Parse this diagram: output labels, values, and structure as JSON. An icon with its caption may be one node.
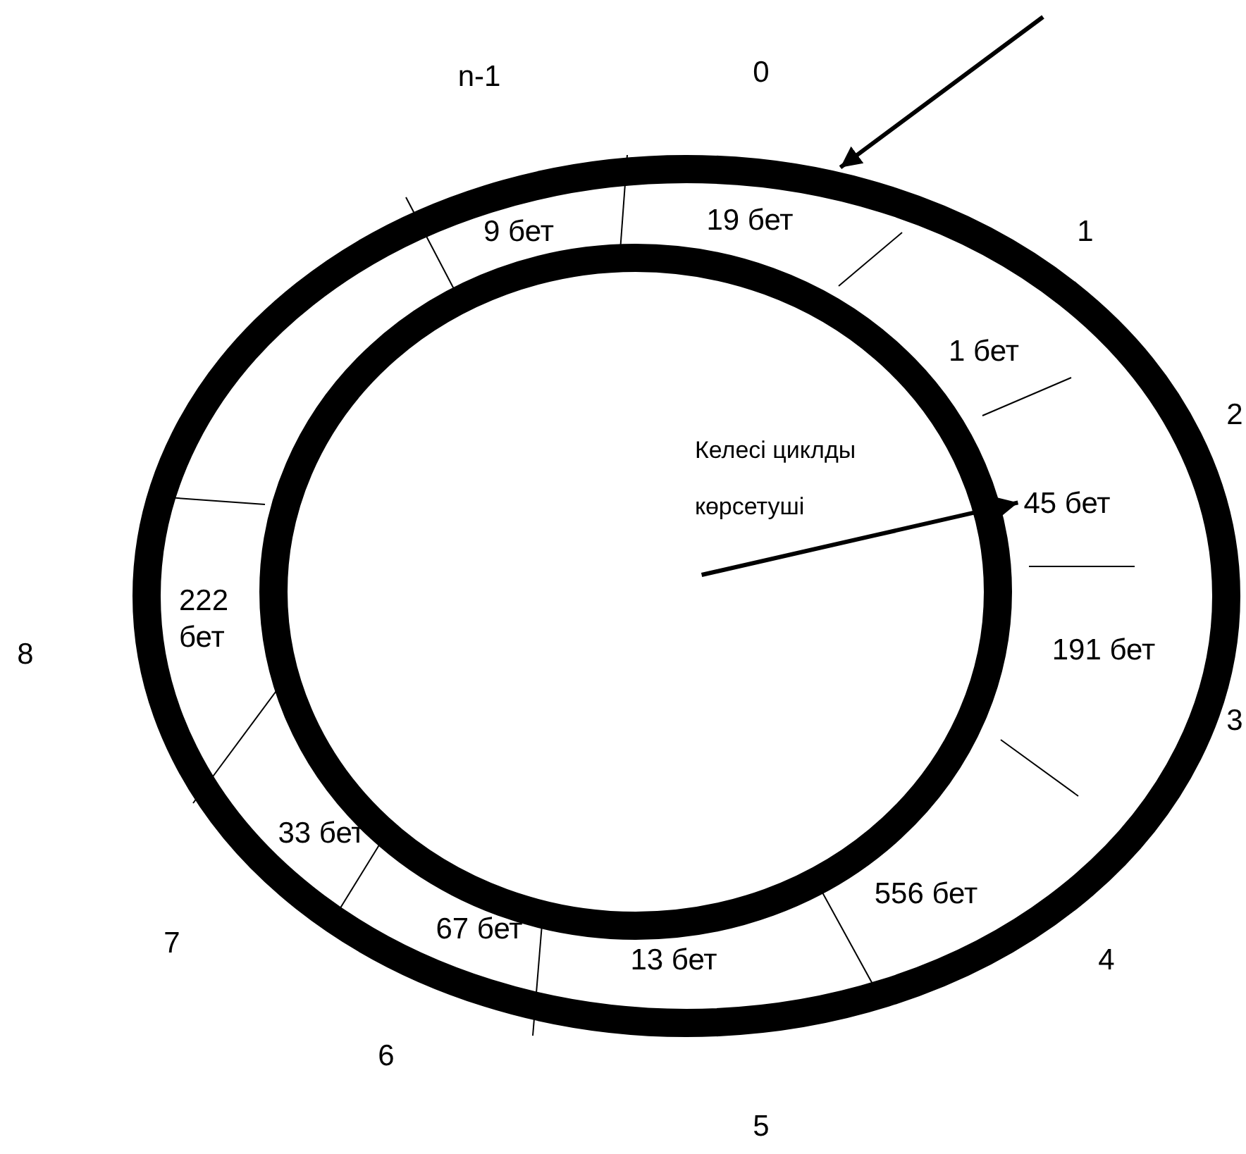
{
  "diagram": {
    "nodes": [
      {
        "text": [],
        "shape": "circle"
      },
      {
        "text": [
          "9 бет"
        ],
        "in": 0
      },
      {
        "text": [
          "19 бет"
        ],
        "in": 0
      },
      {
        "text": [
          "1 бет"
        ],
        "in": 0
      },
      {
        "text": [
          "45 бет"
        ],
        "in": 0
      },
      {
        "text": [
          "191 бет"
        ],
        "in": 0
      },
      {
        "text": [
          "556 бет"
        ],
        "in": 0
      },
      {
        "text": [
          "13 бет"
        ],
        "in": 0
      },
      {
        "text": [
          "67 бет"
        ],
        "in": 0
      },
      {
        "text": [
          "33 бет"
        ],
        "in": 0
      },
      {
        "text": [
          "222 бет"
        ],
        "in": 0
      },
      {
        "text": [
          "Келесі циклды көрсетуші"
        ],
        "in": 0
      }
    ],
    "edges": [
      {
        "from": 11,
        "to": 4,
        "arrow": "to"
      },
      {
        "from": null,
        "to": 0,
        "arrow": "to"
      }
    ],
    "labels": [
      "n-1",
      "0",
      "1",
      "2",
      "8",
      "3",
      "7",
      "4",
      "6",
      "5"
    ]
  }
}
